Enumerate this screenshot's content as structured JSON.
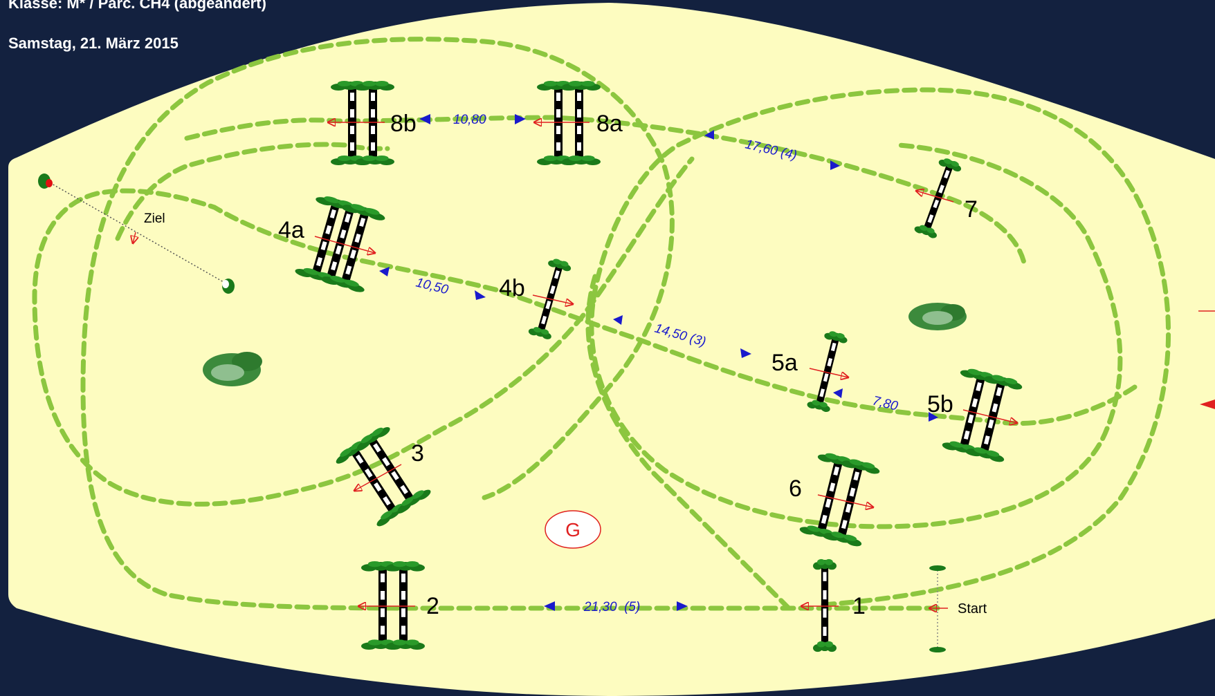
{
  "header": {
    "class_line": "Klasse: M* / Parc. CH4 (abgeändert)",
    "date_line": "Samstag, 21. März 2015"
  },
  "colors": {
    "background": "#13213f",
    "arena": "#fdfcc0",
    "track": "#8cc63f",
    "distance_text": "#1a1acc",
    "direction_arrow": "#e02020"
  },
  "obstacles": {
    "o1": "1",
    "o2": "2",
    "o3": "3",
    "o4a": "4a",
    "o4b": "4b",
    "o5a": "5a",
    "o5b": "5b",
    "o6": "6",
    "o7": "7",
    "o8a": "8a",
    "o8b": "8b"
  },
  "distances": {
    "d8": "10,80",
    "d87": "17,60 (4)",
    "d4": "10,50",
    "d45": "14,50 (3)",
    "d5": "7,80",
    "d12": "21,30  (5)"
  },
  "labels": {
    "start": "Start",
    "finish": "Ziel",
    "gate": "G"
  },
  "icons": [
    "bush-icon",
    "flag-icon",
    "arrow-icon"
  ]
}
